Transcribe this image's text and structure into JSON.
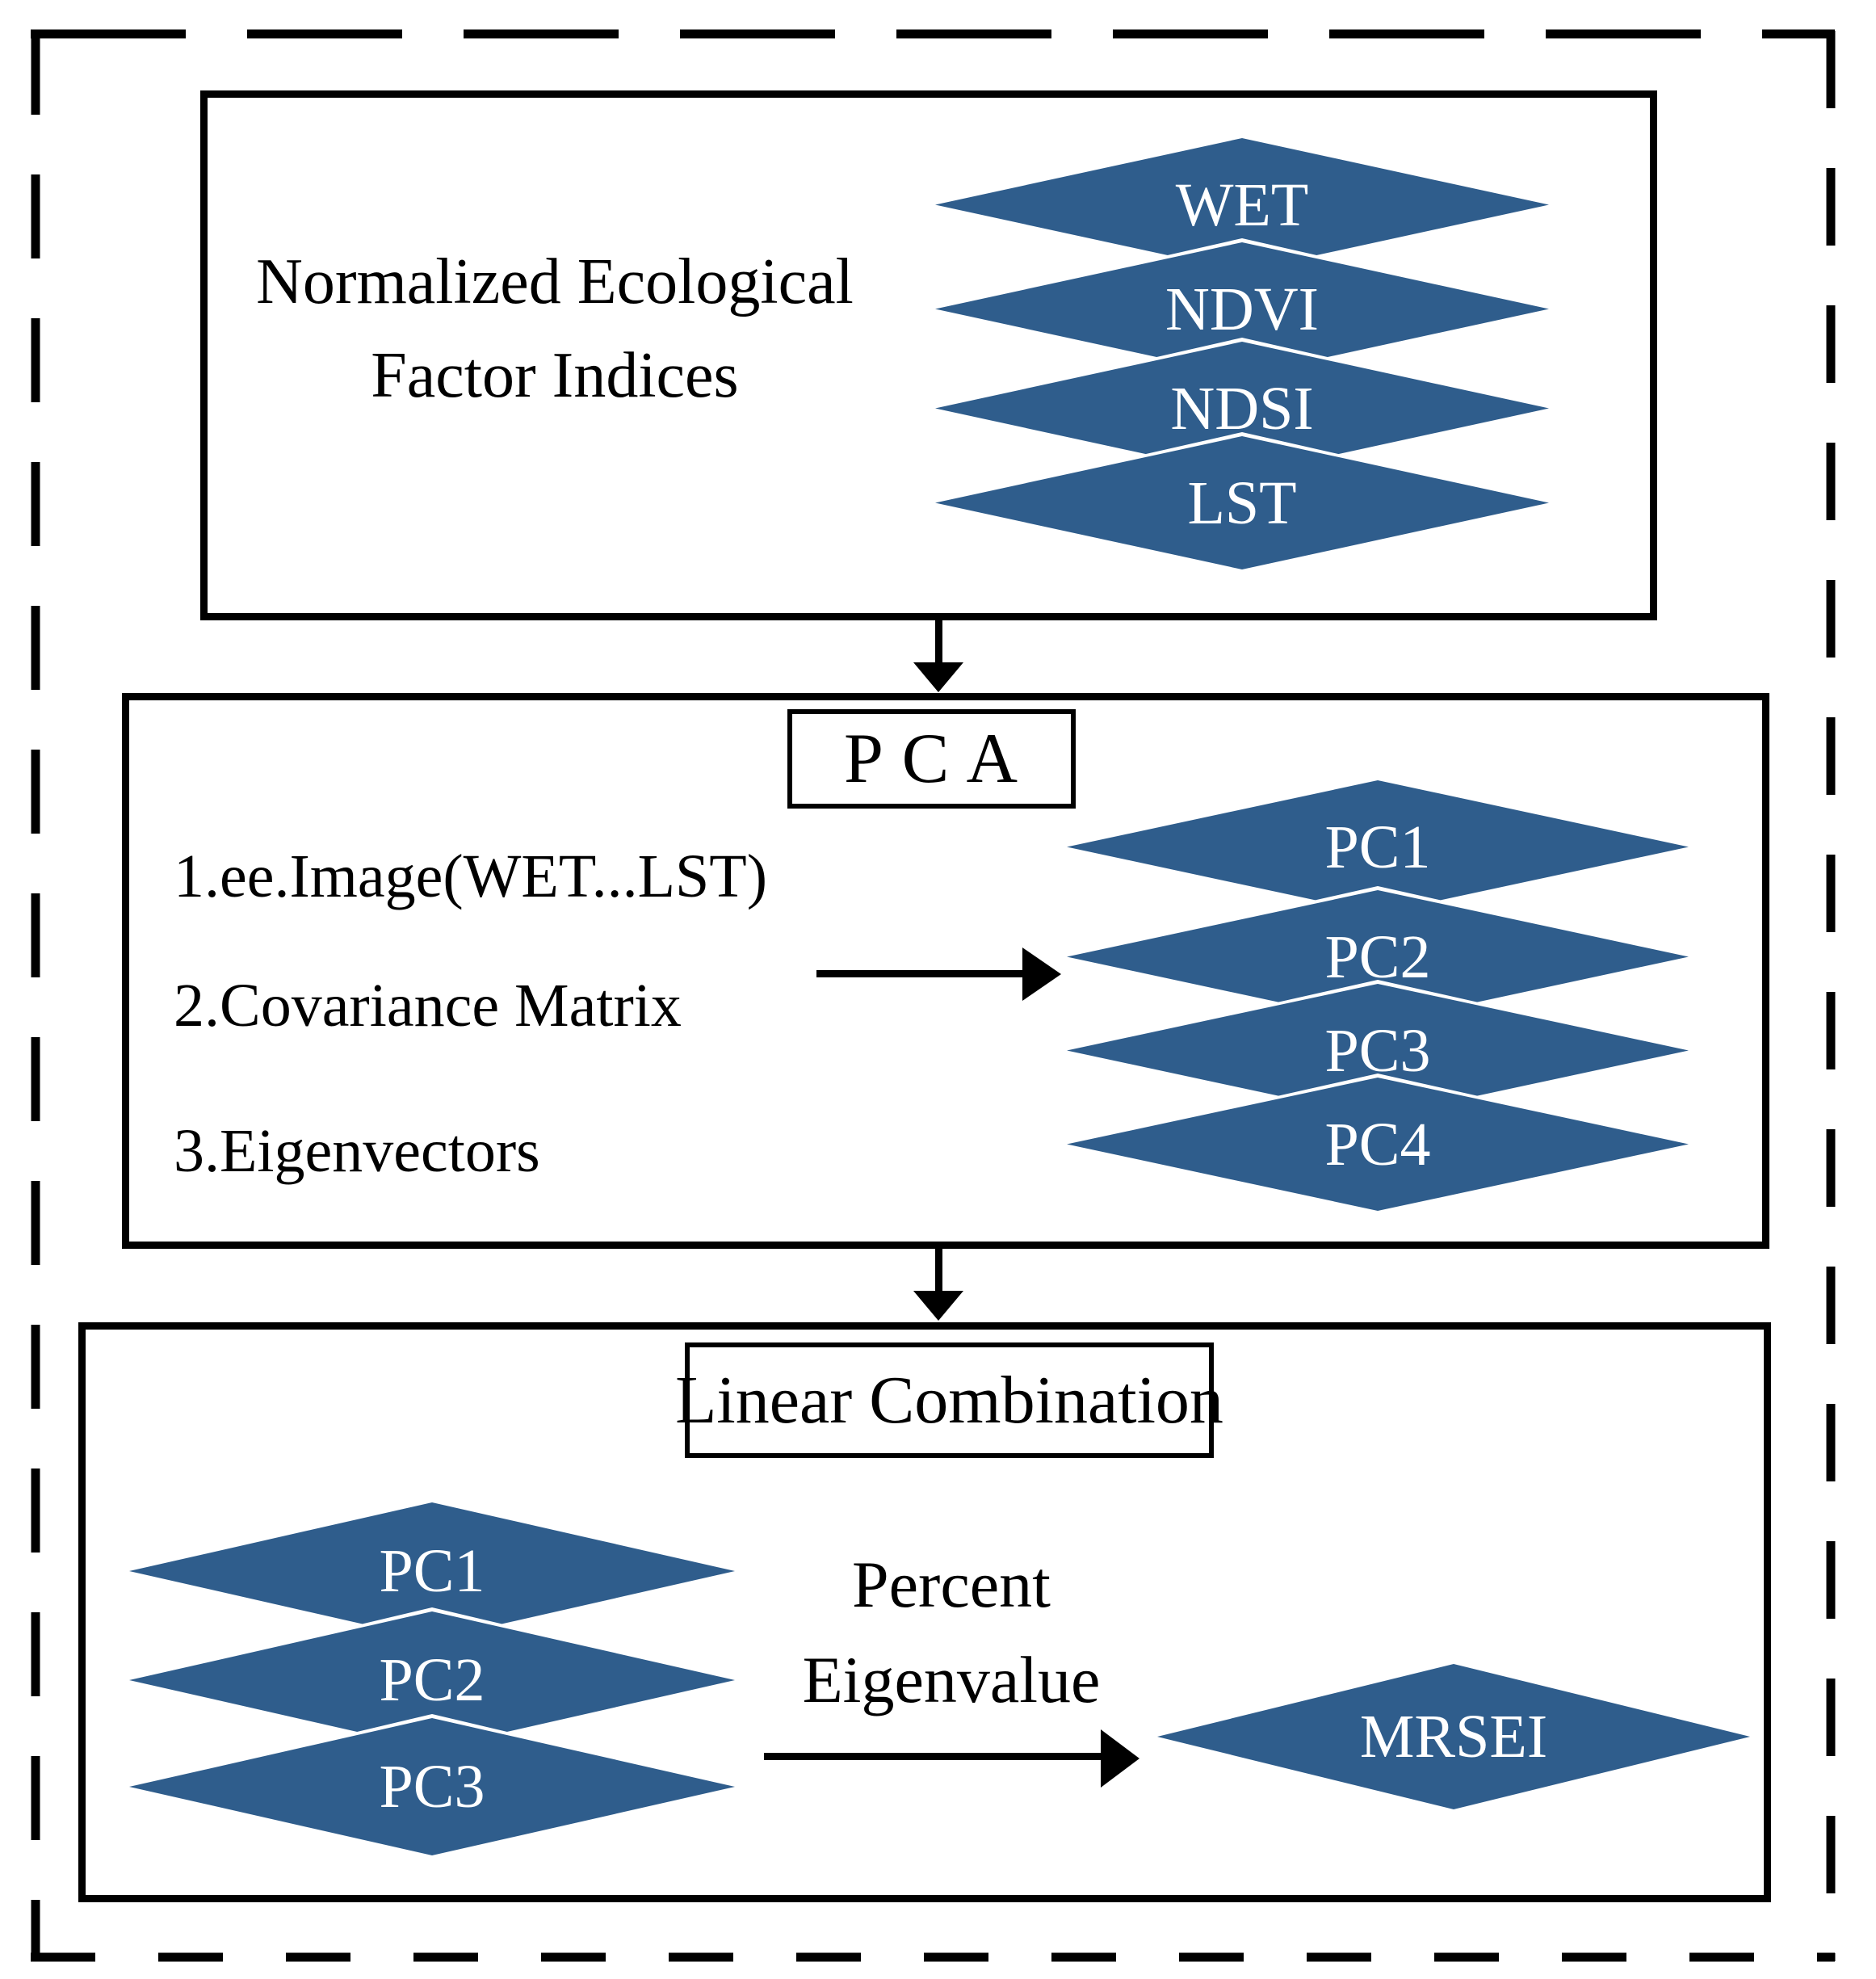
{
  "colors": {
    "diamond_fill": "#2F5D8C",
    "diamond_text": "#FFFFFF",
    "line": "#000000",
    "background": "#FFFFFF"
  },
  "box1": {
    "title_lines": [
      "Normalized Ecological",
      "Factor Indices"
    ],
    "layers": [
      "WET",
      "NDVI",
      "NDSI",
      "LST"
    ]
  },
  "box2": {
    "title": "P C A",
    "steps": [
      "1.ee.Image(WET...LST)",
      "2.Covariance Matrix",
      "3.Eigenvectors"
    ],
    "layers": [
      "PC1",
      "PC2",
      "PC3",
      "PC4"
    ]
  },
  "box3": {
    "title": "Linear Combination",
    "layers": [
      "PC1",
      "PC2",
      "PC3"
    ],
    "arrow_label_lines": [
      "Percent",
      "Eigenvalue"
    ],
    "result_layer": "MRSEI"
  }
}
